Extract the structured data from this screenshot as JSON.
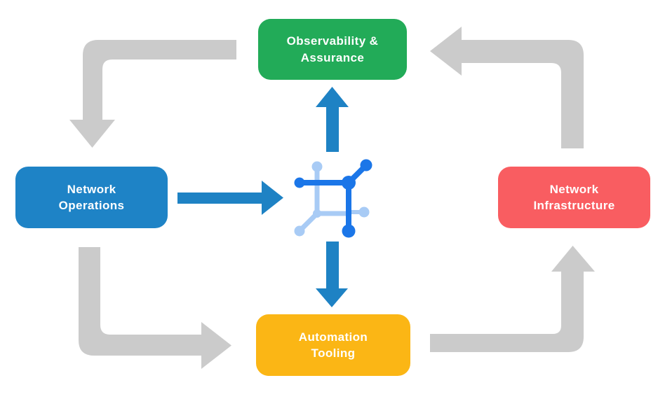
{
  "colors": {
    "green": "#22AB58",
    "blue": "#1E83C6",
    "red": "#F95D61",
    "yellow": "#FBB615",
    "arrow_gray": "#CBCBCB",
    "arrow_blue": "#1E82C4",
    "icon_dark": "#1B76E8",
    "icon_light": "#A8CBF5",
    "text": "#FFFFFF"
  },
  "nodes": {
    "observability": {
      "line1": "Observability &",
      "line2": "Assurance"
    },
    "operations": {
      "line1": "Network",
      "line2": "Operations"
    },
    "infrastructure": {
      "line1": "Network",
      "line2": "Infrastructure"
    },
    "automation": {
      "line1": "Automation",
      "line2": "Tooling"
    }
  },
  "center_icon": "network-node-icon",
  "flows": [
    {
      "from": "Observability & Assurance",
      "to": "Network Operations",
      "style": "gray-elbow"
    },
    {
      "from": "Network Operations",
      "to": "Automation Tooling",
      "style": "gray-elbow"
    },
    {
      "from": "Automation Tooling",
      "to": "Network Infrastructure",
      "style": "gray-elbow"
    },
    {
      "from": "Network Infrastructure",
      "to": "Observability & Assurance",
      "style": "gray-elbow"
    },
    {
      "from": "Network Operations",
      "to": "network-node-icon",
      "style": "blue-straight"
    },
    {
      "from": "network-node-icon",
      "to": "Observability & Assurance",
      "style": "blue-straight"
    },
    {
      "from": "network-node-icon",
      "to": "Automation Tooling",
      "style": "blue-straight"
    }
  ]
}
